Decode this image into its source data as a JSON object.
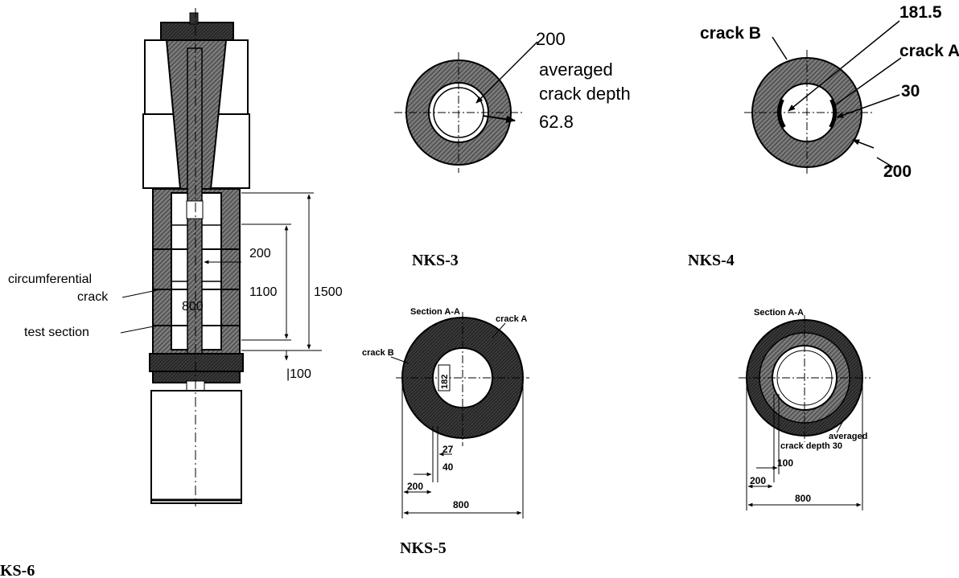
{
  "specimen": {
    "labels": {
      "circumferential": "circumferential",
      "crack": "crack",
      "test_section": "test section"
    },
    "dims": {
      "d200": "200",
      "d800": "800",
      "d1100": "1100",
      "d1500": "1500",
      "d100": "|100"
    }
  },
  "nks3": {
    "caption": "NKS-3",
    "d200": "200",
    "averaged": "averaged",
    "crack_depth": "crack depth",
    "depth_value": "62.8"
  },
  "nks4": {
    "caption": "NKS-4",
    "crack_b": "crack B",
    "d181": "181.5",
    "crack_a": "crack A",
    "d30": "30",
    "d200": "200"
  },
  "nks5": {
    "caption": "NKS-5",
    "section": "Section A-A",
    "crack_a": "crack A",
    "crack_b": "crack B",
    "d182": "182",
    "d27": "27",
    "d40": "40",
    "d200": "200",
    "d800": "800"
  },
  "nks6": {
    "caption": "KS-6",
    "section": "Section A-A",
    "averaged": "averaged",
    "crack_depth": "crack depth 30",
    "d100": "100",
    "d200": "200",
    "d800": "800"
  }
}
